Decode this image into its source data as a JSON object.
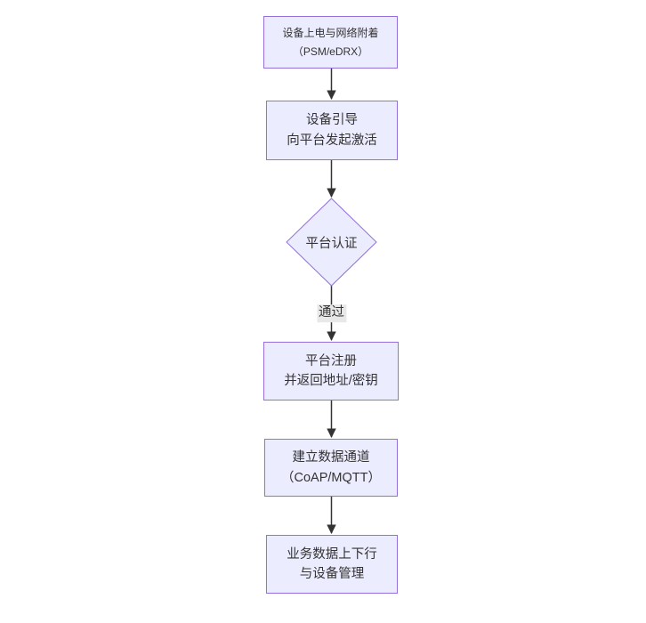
{
  "diagram": {
    "type": "flowchart-top-down",
    "colors": {
      "background": "#ffffff",
      "node_fill": "#ECECFF",
      "node_border": "#9370DB",
      "arrow_color": "#333333",
      "edge_label_bg": "#e8e8e8",
      "text_color": "#333333"
    },
    "nodes": [
      {
        "id": "power-attach",
        "shape": "rect",
        "lines": [
          "设备上电与网络附着",
          "（PSM/eDRX）"
        ]
      },
      {
        "id": "bootstrap",
        "shape": "rect",
        "lines": [
          "设备引导",
          "向平台发起激活"
        ]
      },
      {
        "id": "platform-auth",
        "shape": "diamond",
        "lines": [
          "平台认证"
        ]
      },
      {
        "id": "register",
        "shape": "rect",
        "lines": [
          "平台注册",
          "并返回地址/密钥"
        ]
      },
      {
        "id": "data-channel",
        "shape": "rect",
        "lines": [
          "建立数据通道",
          "（CoAP/MQTT）"
        ]
      },
      {
        "id": "business-data",
        "shape": "rect",
        "lines": [
          "业务数据上下行",
          "与设备管理"
        ]
      }
    ],
    "edges": [
      {
        "from": "power-attach",
        "to": "bootstrap",
        "label": ""
      },
      {
        "from": "bootstrap",
        "to": "platform-auth",
        "label": ""
      },
      {
        "from": "platform-auth",
        "to": "register",
        "label": "通过"
      },
      {
        "from": "register",
        "to": "data-channel",
        "label": ""
      },
      {
        "from": "data-channel",
        "to": "business-data",
        "label": ""
      }
    ]
  }
}
